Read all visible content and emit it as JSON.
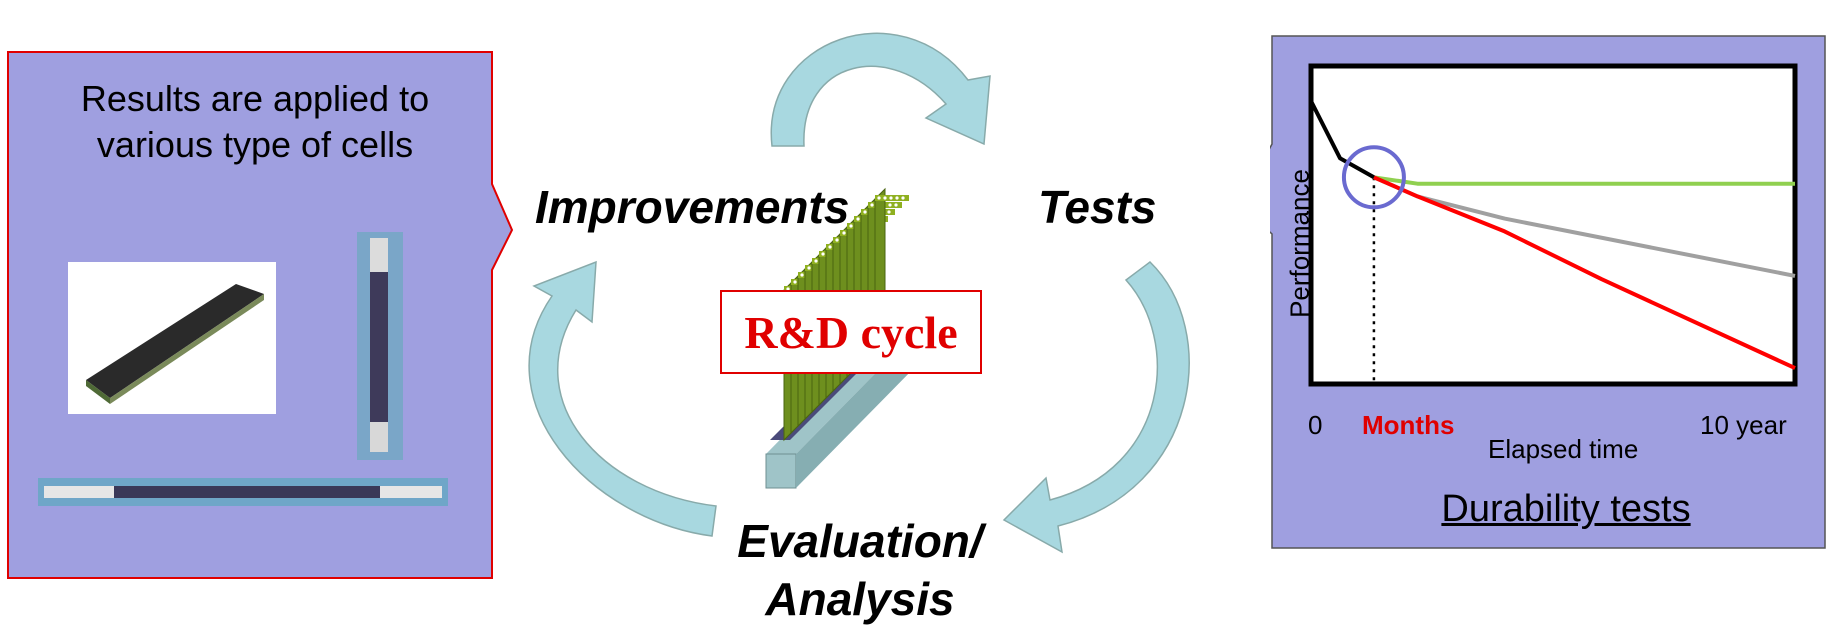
{
  "left_panel": {
    "line1": "Results are applied to",
    "line2": "various type of cells",
    "fill_color": "#9f9fe0",
    "border_color": "#e00000"
  },
  "cycle": {
    "improvements": "Improvements",
    "tests": "Tests",
    "evaluation_line1": "Evaluation/",
    "evaluation_line2": "Analysis",
    "center_label": "R&D cycle",
    "arrow_color": "#a8d8e0"
  },
  "right_panel": {
    "title": "Durability tests",
    "fill_color": "#9f9fe0"
  },
  "chart_data": {
    "type": "line",
    "ylabel": "Performance",
    "xlabel": "Elapsed time",
    "x_tick_labels": [
      "0",
      "Months",
      "10 year"
    ],
    "series": [
      {
        "color": "#000000",
        "x": [
          0,
          0.06,
          0.13
        ],
        "y": [
          0.89,
          0.71,
          0.65
        ]
      },
      {
        "color": "#90d050",
        "x": [
          0.13,
          0.22,
          1.0
        ],
        "y": [
          0.65,
          0.63,
          0.63
        ]
      },
      {
        "color": "#a0a0a0",
        "x": [
          0.13,
          0.22,
          0.4,
          1.0
        ],
        "y": [
          0.65,
          0.59,
          0.52,
          0.34
        ]
      },
      {
        "color": "#ff0000",
        "x": [
          0.13,
          0.22,
          0.4,
          0.6,
          1.0
        ],
        "y": [
          0.65,
          0.59,
          0.48,
          0.33,
          0.05
        ]
      }
    ],
    "marker_x": 0.13,
    "grid": false
  }
}
